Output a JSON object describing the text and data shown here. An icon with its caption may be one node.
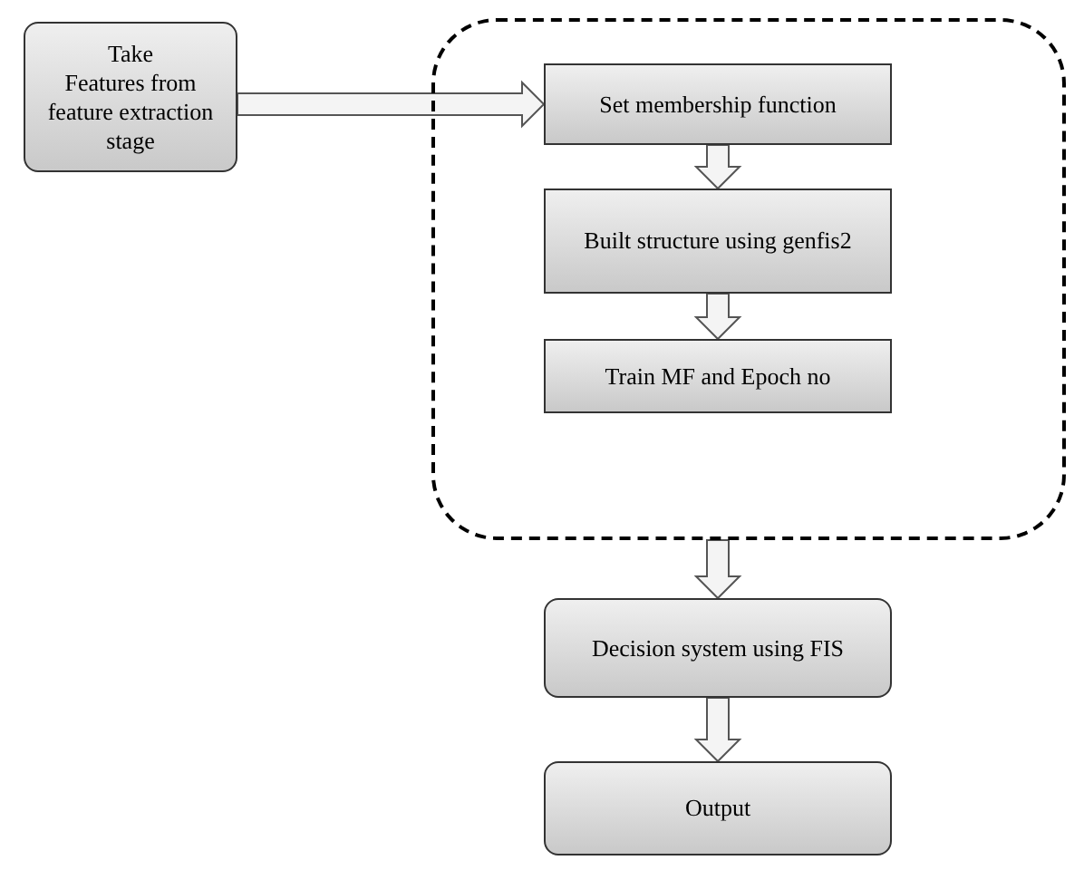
{
  "diagram": {
    "nodes": [
      {
        "text": [
          "Take",
          "Features from feature extraction stage"
        ]
      },
      {
        "text": [],
        "shape": "box"
      },
      {
        "text": [
          "Set membership function"
        ],
        "in": 1
      },
      {
        "text": [
          "Built structure using genfis2"
        ],
        "in": 1
      },
      {
        "text": [
          "Train MF and Epoch no"
        ],
        "in": 1
      },
      {
        "text": [
          "Decision system using FIS"
        ]
      },
      {
        "text": [
          "Output"
        ]
      }
    ],
    "edges": [
      {
        "from": 0,
        "to": 2,
        "arrow": "to"
      },
      {
        "from": 2,
        "to": 3,
        "arrow": "to"
      },
      {
        "from": 3,
        "to": 4,
        "arrow": "to"
      },
      {
        "from": 1,
        "to": 5,
        "arrow": "to"
      },
      {
        "from": 5,
        "to": 6,
        "arrow": "to"
      }
    ]
  }
}
